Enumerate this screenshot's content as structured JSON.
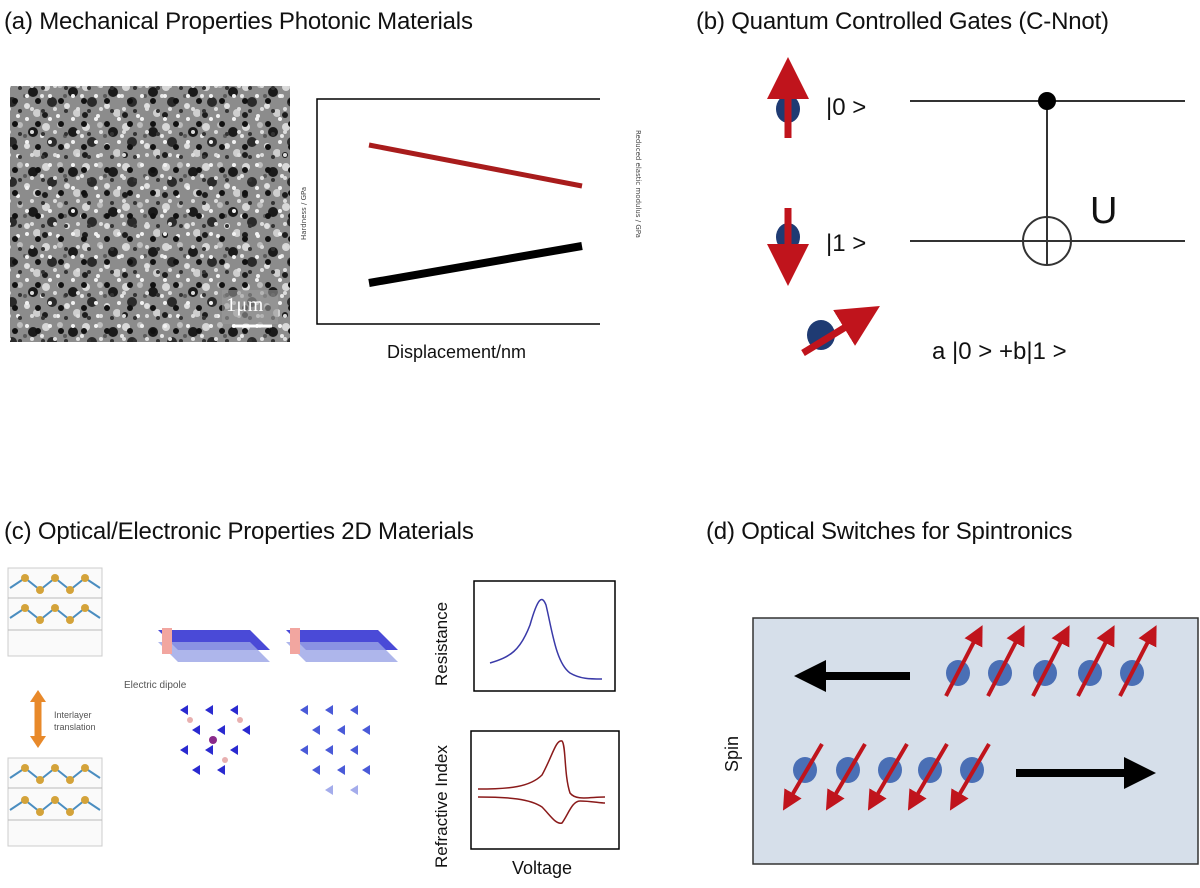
{
  "panel_a": {
    "title": "(a) Mechanical Properties Photonic Materials",
    "scale_label": "1μm",
    "y_left_label": "Hardness / GPa",
    "y_right_label": "Reduced elastic modulus / GPa",
    "x_label": "Displacement/nm",
    "colors": {
      "upper_line": "#a81c1c",
      "lower_line": "#000000"
    }
  },
  "panel_b": {
    "title": "(b) Quantum Controlled Gates (C-Nnot)",
    "ket0": "|0 >",
    "ket1": "|1 >",
    "gate": "U",
    "superposition": "a |0 > +b|1 >",
    "colors": {
      "arrow": "#c0141c",
      "ball": "#1f3b73"
    }
  },
  "panel_c": {
    "title": "(c) Optical/Electronic Properties 2D Materials",
    "dipole_label": "Electric dipole",
    "translation_label_1": "Interlayer",
    "translation_label_2": "translation",
    "resistance_label": "Resistance",
    "refractive_label": "Refractive Index",
    "x_label": "Voltage"
  },
  "panel_d": {
    "title": "(d) Optical Switches for Spintronics",
    "spin_label": "Spin",
    "colors": {
      "box": "#d6dfea",
      "ball": "#4a6fb5",
      "arrow": "#c0141c"
    }
  }
}
